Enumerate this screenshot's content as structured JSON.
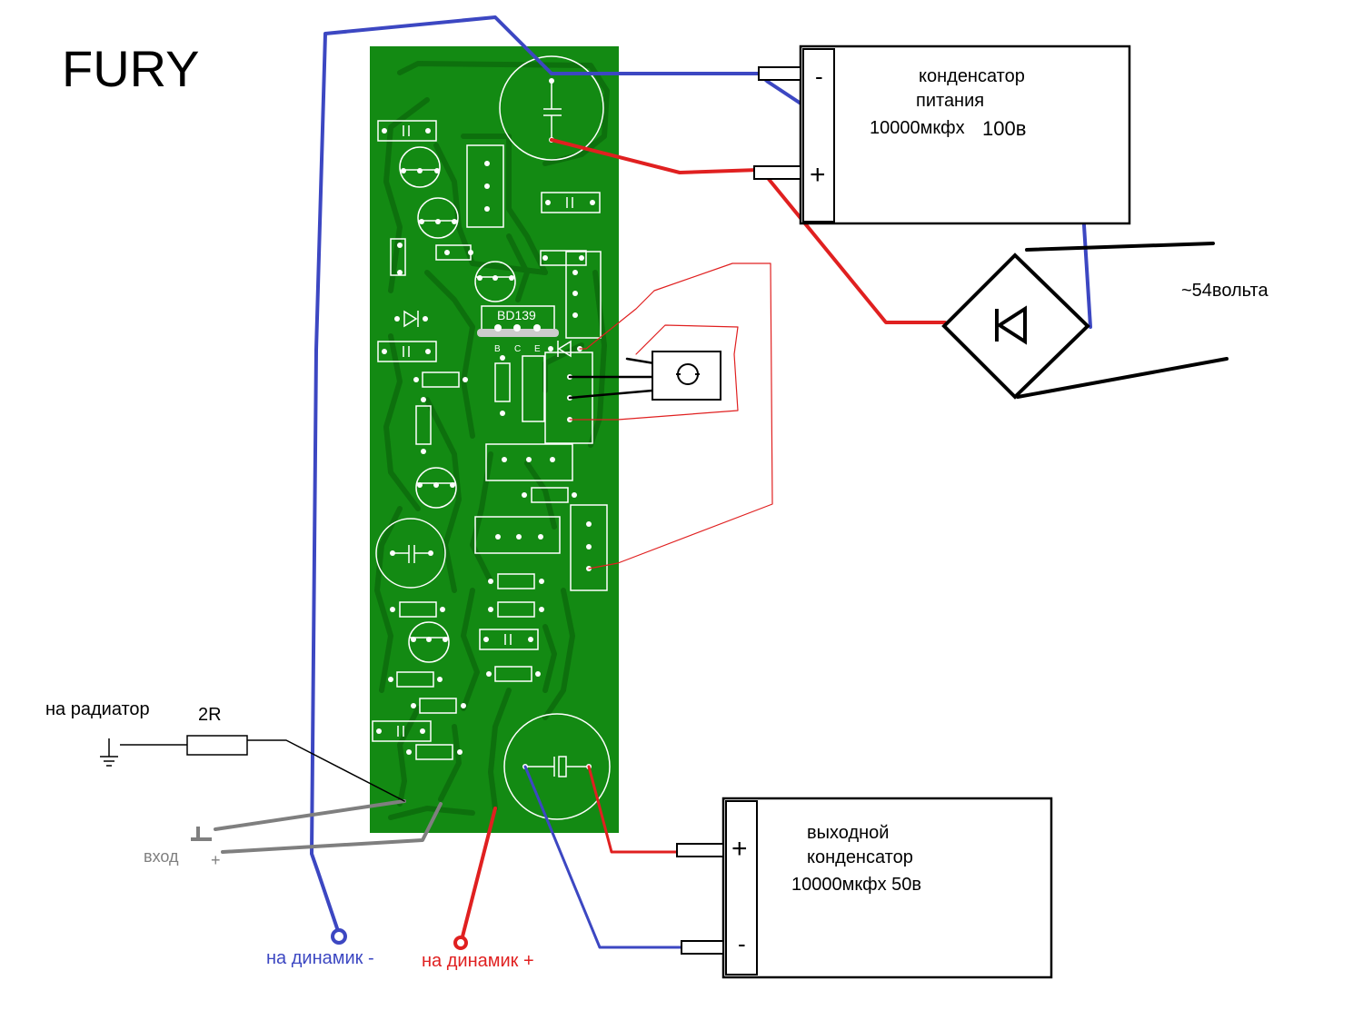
{
  "title": "FURY",
  "power_capacitor": {
    "line1": "конденсатор",
    "line2": "питания",
    "value": "10000мкфх",
    "voltage": "100в",
    "minus": "-",
    "plus": "+"
  },
  "output_capacitor": {
    "line1": "выходной",
    "line2": "конденсатор",
    "value": "10000мкфх 50в",
    "minus": "-",
    "plus": "+"
  },
  "ac_input": "~54вольта",
  "transistor": {
    "name": "BD139",
    "pin_b": "B",
    "pin_c": "C",
    "pin_e": "E"
  },
  "heatsink_label": "на радиатор",
  "resistor_label": "2R",
  "input_label": "вход",
  "input_plus": "+",
  "speaker_minus": "на динамик -",
  "speaker_plus": "на динамик +",
  "colors": {
    "pcb": "#138a13",
    "pcb_trace": "#0d700d",
    "wire_blue": "#3c47c2",
    "wire_red": "#e02020",
    "wire_gray": "#7f7f7f",
    "wire_black": "#000000"
  }
}
